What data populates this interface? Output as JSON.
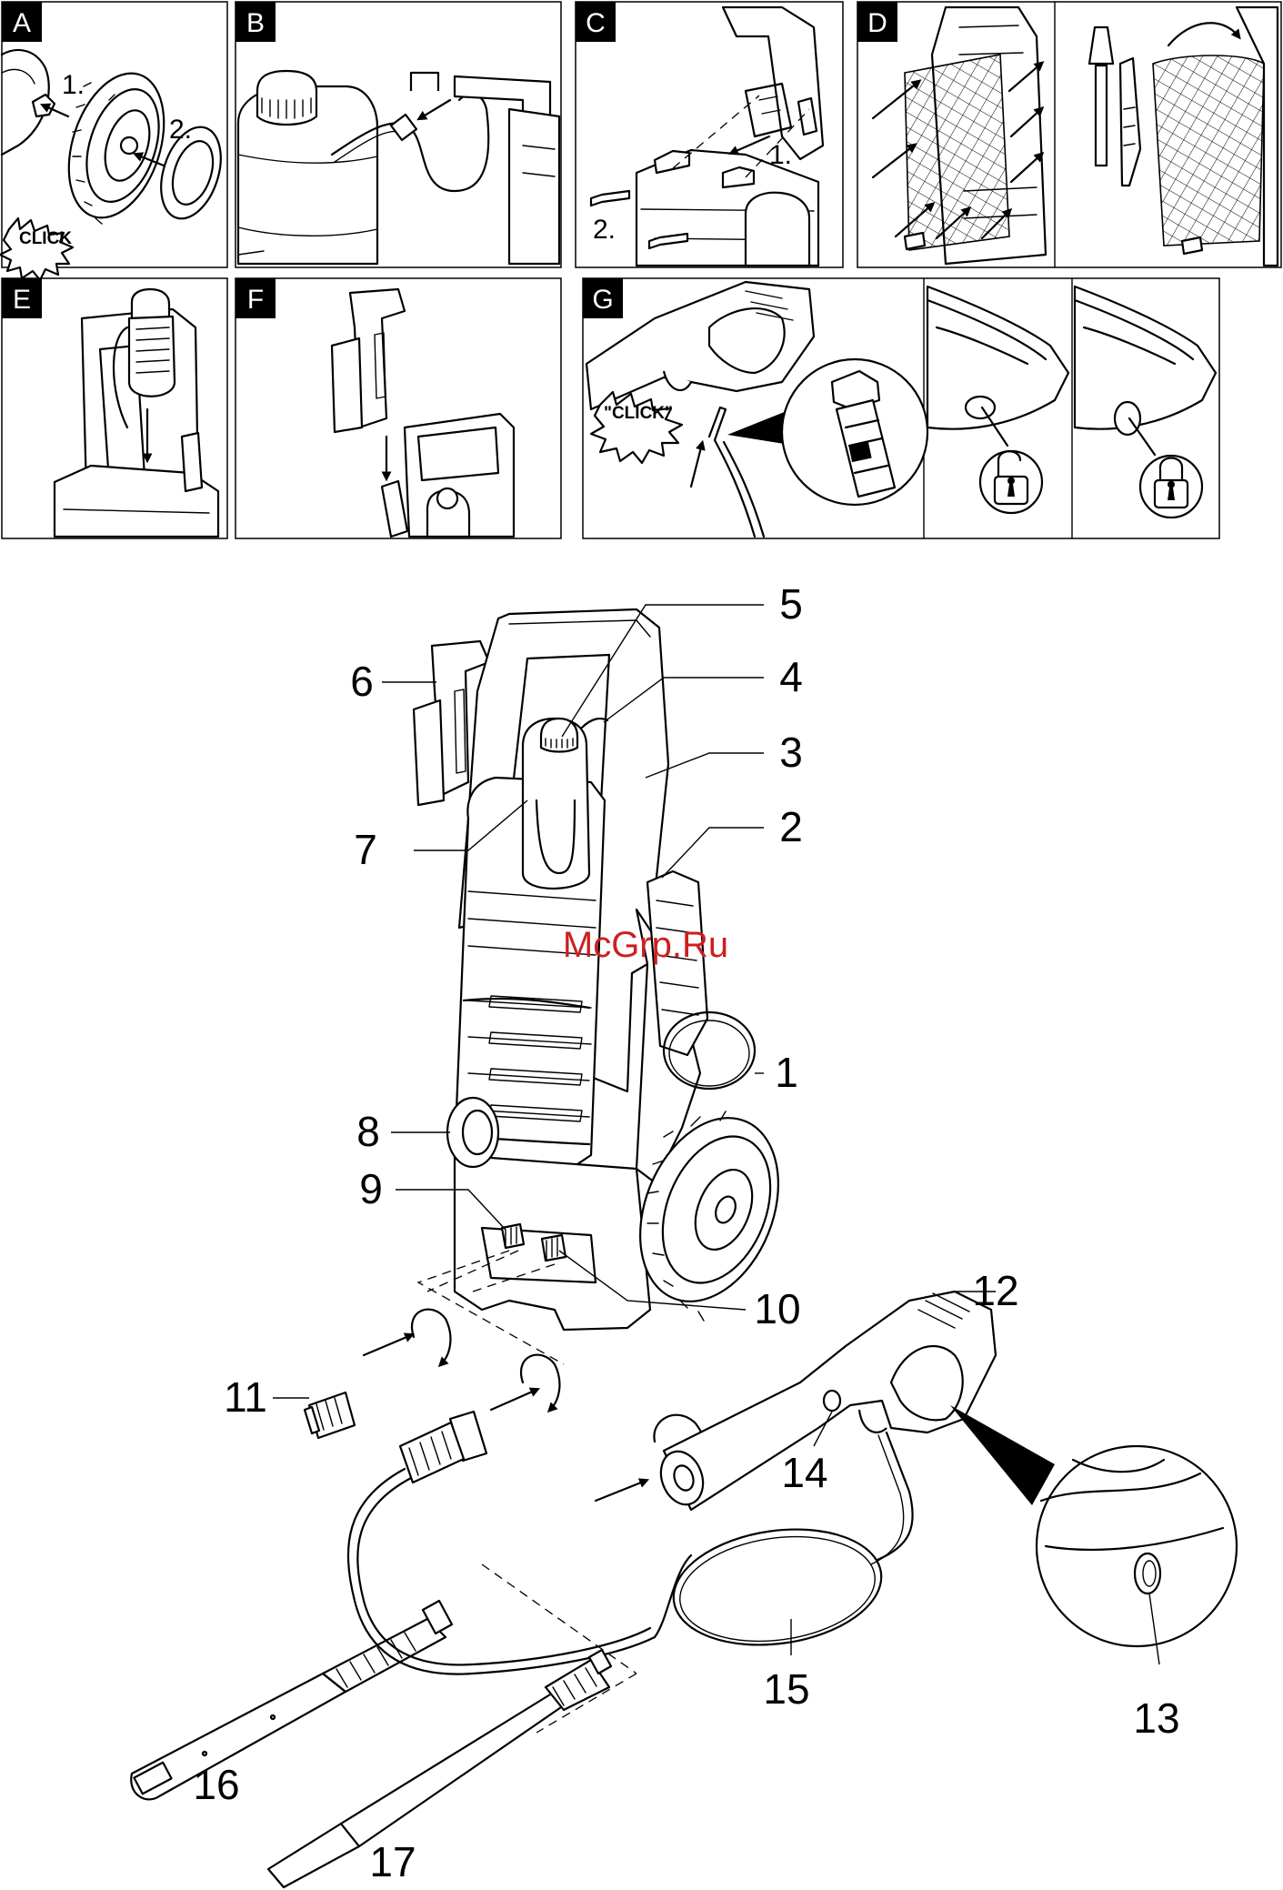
{
  "panels": [
    {
      "tag": "A",
      "steps": [
        "1.",
        "2."
      ],
      "burst": "CLICK"
    },
    {
      "tag": "B"
    },
    {
      "tag": "C",
      "steps": [
        "1.",
        "2."
      ]
    },
    {
      "tag": "D"
    },
    {
      "tag": "E"
    },
    {
      "tag": "F"
    },
    {
      "tag": "G",
      "burst": "\"CLICK\""
    }
  ],
  "callouts": [
    "1",
    "2",
    "3",
    "4",
    "5",
    "6",
    "7",
    "8",
    "9",
    "10",
    "11",
    "12",
    "13",
    "14",
    "15",
    "16",
    "17"
  ],
  "watermark": "McGrp.Ru",
  "icons": {
    "unlock": "unlocked-padlock-icon",
    "lock": "locked-padlock-icon"
  },
  "colors": {
    "line": "#000000",
    "background": "#ffffff",
    "watermark": "#cc1f1f"
  }
}
